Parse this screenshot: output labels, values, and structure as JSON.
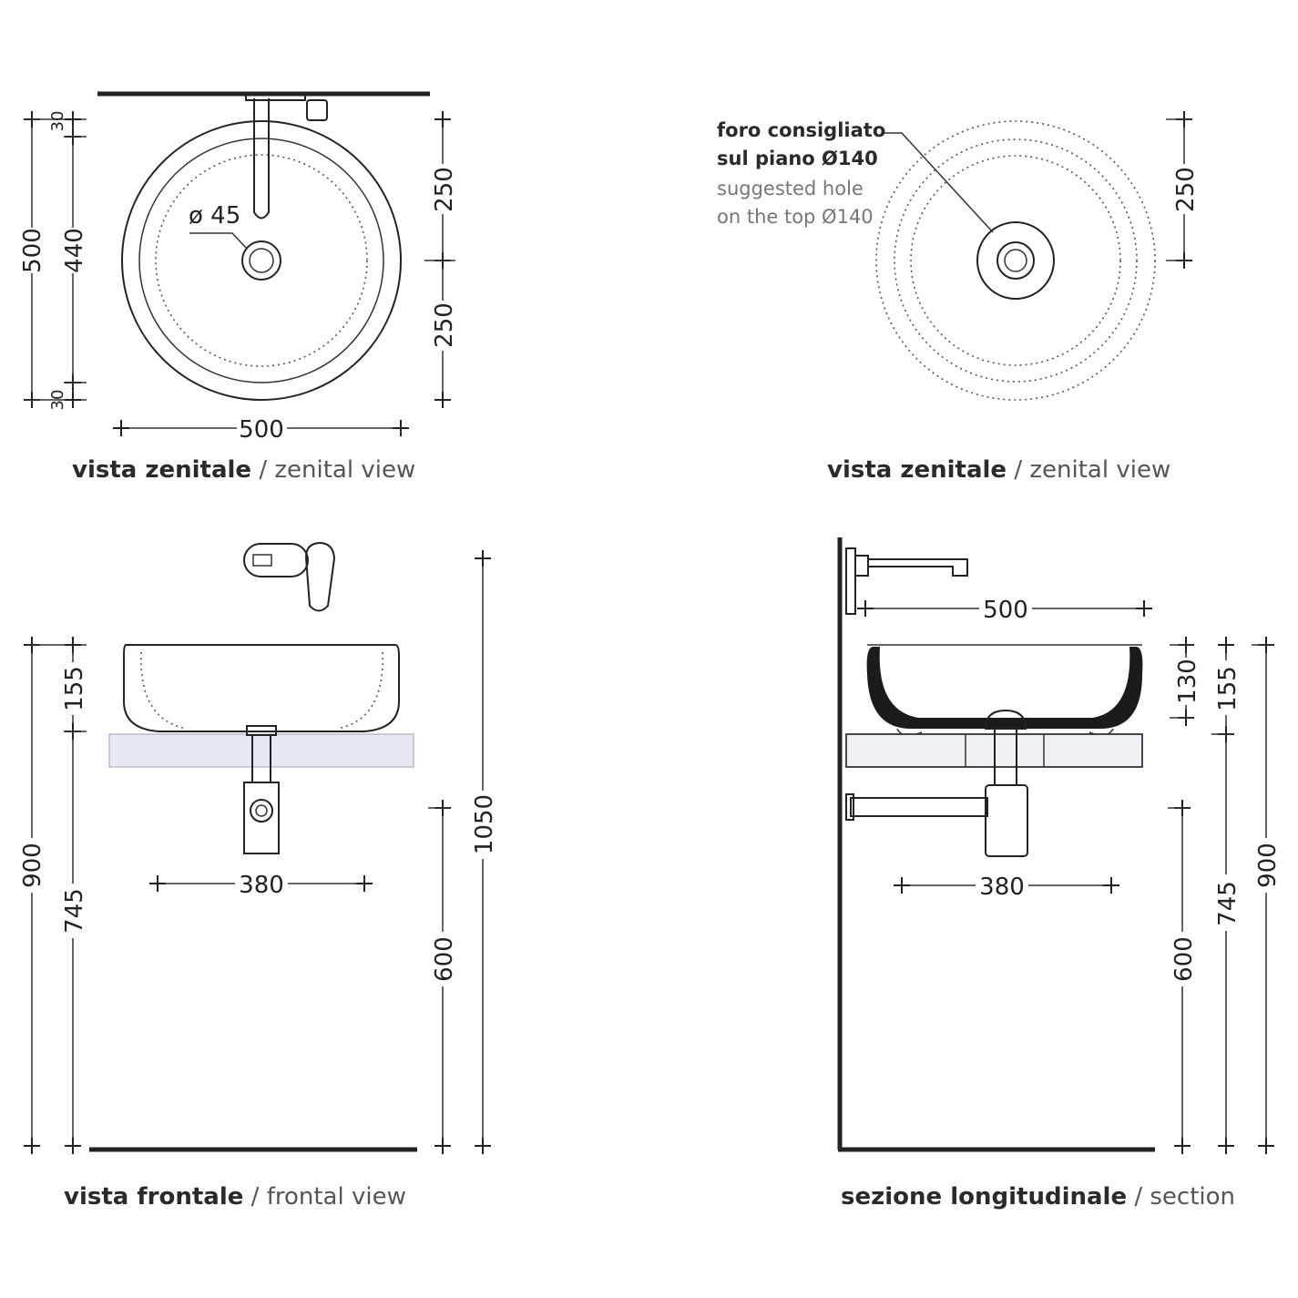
{
  "views": {
    "top_left": {
      "caption_bold": "vista zenitale",
      "caption_sep": " / ",
      "caption_normal": "zenital view",
      "dims": {
        "d500_v": "500",
        "d440": "440",
        "d30_top": "30",
        "d30_bottom": "30",
        "d250_top": "250",
        "d250_bottom": "250",
        "d500_h": "500",
        "hole": "ø 45"
      }
    },
    "top_right": {
      "caption_bold": "vista zenitale",
      "caption_sep": " / ",
      "caption_normal": "zenital view",
      "note_it_1": "foro consigliato",
      "note_it_2": "sul piano Ø140",
      "note_en_1": "suggested hole",
      "note_en_2": "on the top Ø140",
      "dims": {
        "d250": "250"
      }
    },
    "front": {
      "caption_bold": "vista frontale",
      "caption_sep": " / ",
      "caption_normal": "frontal view",
      "dims": {
        "d900": "900",
        "d155": "155",
        "d745": "745",
        "d380": "380",
        "d600": "600",
        "d1050": "1050"
      }
    },
    "section": {
      "caption_bold": "sezione longitudinale",
      "caption_sep": " / ",
      "caption_normal": "section",
      "dims": {
        "d500": "500",
        "d130": "130",
        "d155": "155",
        "d900": "900",
        "d745": "745",
        "d380": "380",
        "d600": "600"
      }
    }
  }
}
